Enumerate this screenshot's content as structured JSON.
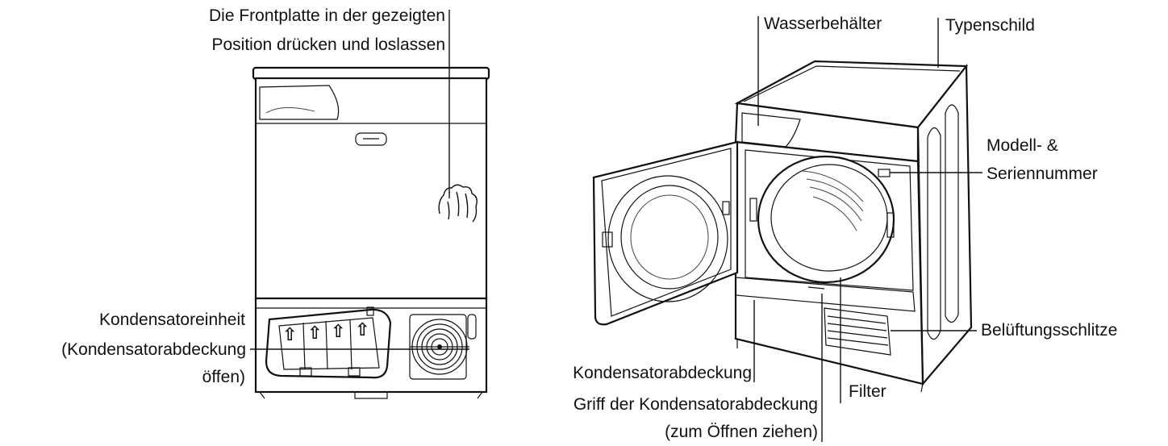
{
  "labels": {
    "front_panel_line1": "Die Frontplatte in der gezeigten",
    "front_panel_line2": "Position drücken und loslassen",
    "condenser_unit_line1": "Kondensatoreinheit",
    "condenser_unit_line2": "(Kondensatorabdeckung",
    "condenser_unit_line3": "öffen)",
    "water_tank": "Wasserbehälter",
    "rating_plate": "Typenschild",
    "model_serial_line1": "Modell- &",
    "model_serial_line2": "Seriennummer",
    "vents": "Belüftungsschlitze",
    "condenser_cover": "Kondensatorabdeckung",
    "filter": "Filter",
    "cover_handle_line1": "Griff der Kondensatorabdeckung",
    "cover_handle_line2": "(zum Öffnen ziehen)"
  },
  "icons": {
    "arrow_up": "⇧"
  }
}
